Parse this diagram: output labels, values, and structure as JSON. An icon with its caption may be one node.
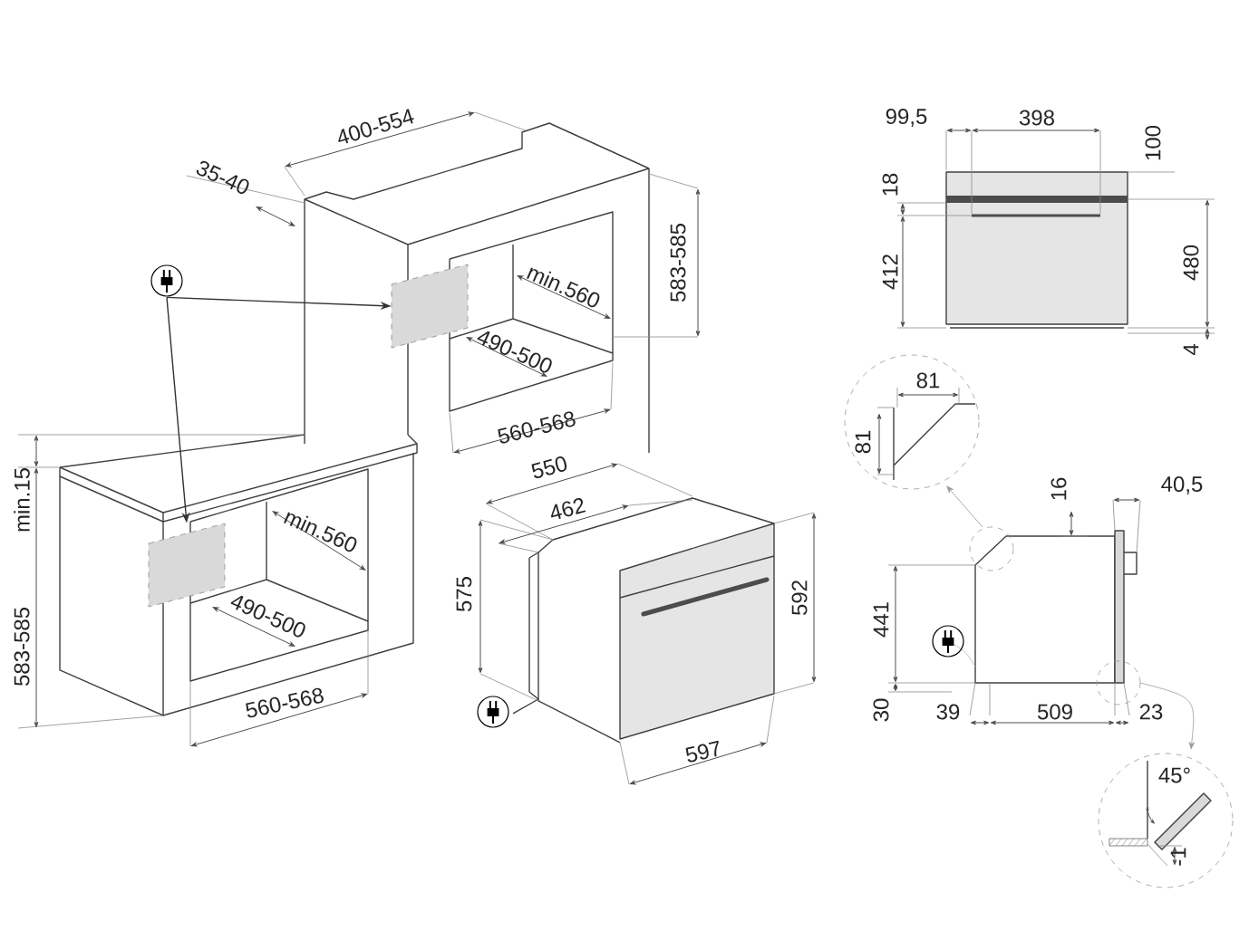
{
  "diagram": {
    "nodes": [
      {
        "text": [],
        "shape": "picture"
      },
      {
        "text": [],
        "shape": "box"
      },
      {
        "text": [],
        "shape": "box"
      }
    ],
    "edges": [
      {
        "from": 0,
        "to": 1,
        "arrow": "to"
      },
      {
        "from": 0,
        "to": 2,
        "arrow": "to"
      }
    ],
    "labels": [
      "400-554",
      "35-40",
      "99,5",
      "398",
      "100",
      "18",
      "412",
      "480",
      "4",
      "min.560",
      "583-585",
      "490-500",
      "560-568",
      "81",
      "81",
      "16",
      "40,5",
      "min.15",
      "550",
      "462",
      "min.560",
      "575",
      "592",
      "441",
      "583-585",
      "490-500",
      "30",
      "39",
      "509",
      "23",
      "560-568",
      "597",
      "45°",
      "-1"
    ]
  }
}
